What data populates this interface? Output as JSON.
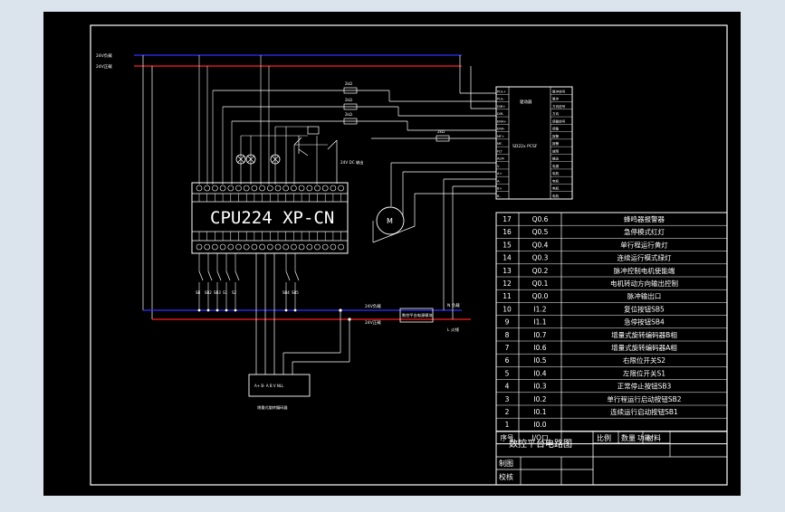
{
  "colors": {
    "background": "#000000",
    "outer_bg": "#dbe3ec",
    "wire": "#ffffff",
    "neg_rail": "#3030ff",
    "pos_rail": "#ff2020",
    "text": "#ffffff"
  },
  "plc": {
    "model": "CPU224 XP-CN"
  },
  "rails_top": {
    "neg_label": "24V负载",
    "pos_label": "24V正载"
  },
  "rails_bottom": {
    "neg_label": "24V负载",
    "pos_label": "24V正载",
    "module_label": "数控平台电源模块",
    "right_neg_label": "N 负载",
    "right_pos_label": "L 火线"
  },
  "driver": {
    "title": "驱动器",
    "model": "SD22x PCSF",
    "left_terminals": [
      "PUL+",
      "PUL-",
      "DIR+",
      "DIR-",
      "ENA+",
      "ENA-",
      "MF+",
      "MF-",
      "FLT",
      "ALM",
      "V",
      "A+",
      "A-",
      "B+",
      "B-"
    ],
    "right_terminals": [
      "脉冲信号",
      "脉冲",
      "方向信号",
      "方向",
      "使能信号",
      "使能",
      "报警",
      "报警",
      "故障",
      "输出",
      "电源",
      "电机",
      "电机",
      "电机",
      "电机"
    ]
  },
  "resistors": [
    "2kΩ",
    "2kΩ",
    "2kΩ",
    "2kΩ"
  ],
  "switch_labels": [
    "SB",
    "SB2",
    "SB3",
    "S1",
    "S2",
    "SB4",
    "SB5"
  ],
  "encoder": {
    "title": "增量式旋转编码器",
    "pins": "A+  B-  A  B  V  NLL"
  },
  "io_table": {
    "rows": [
      {
        "no": "17",
        "io": "Q0.6",
        "func": "蜂鸣器报警器"
      },
      {
        "no": "16",
        "io": "Q0.5",
        "func": "急停模式红灯"
      },
      {
        "no": "15",
        "io": "Q0.4",
        "func": "单行程运行黄灯"
      },
      {
        "no": "14",
        "io": "Q0.3",
        "func": "连续运行模式绿灯"
      },
      {
        "no": "13",
        "io": "Q0.2",
        "func": "脉冲控制电机使能端"
      },
      {
        "no": "12",
        "io": "Q0.1",
        "func": "电机转动方向输出控制"
      },
      {
        "no": "11",
        "io": "Q0.0",
        "func": "脉冲输出口"
      },
      {
        "no": "10",
        "io": "I1.2",
        "func": "复位按钮SB5"
      },
      {
        "no": "9",
        "io": "I1.1",
        "func": "急停按钮SB4"
      },
      {
        "no": "8",
        "io": "I0.7",
        "func": "增量式旋转编码器B相"
      },
      {
        "no": "7",
        "io": "I0.6",
        "func": "增量式旋转编码器A相"
      },
      {
        "no": "6",
        "io": "I0.5",
        "func": "右限位开关S2"
      },
      {
        "no": "5",
        "io": "I0.4",
        "func": "左限位开关S1"
      },
      {
        "no": "4",
        "io": "I0.3",
        "func": "正常停止按钮SB3"
      },
      {
        "no": "3",
        "io": "I0.2",
        "func": "单行程运行启动按钮SB2"
      },
      {
        "no": "2",
        "io": "I0.1",
        "func": "连续运行启动按钮SB1"
      },
      {
        "no": "1",
        "io": "I0.0",
        "func": ""
      }
    ],
    "header": {
      "no": "序号",
      "io": "I/O口",
      "func": "功能"
    }
  },
  "title_block": {
    "name": "数控平台电路图",
    "scale": "比例",
    "qty": "数量",
    "material": "材料",
    "drawn": "制图",
    "checked": "校核"
  }
}
